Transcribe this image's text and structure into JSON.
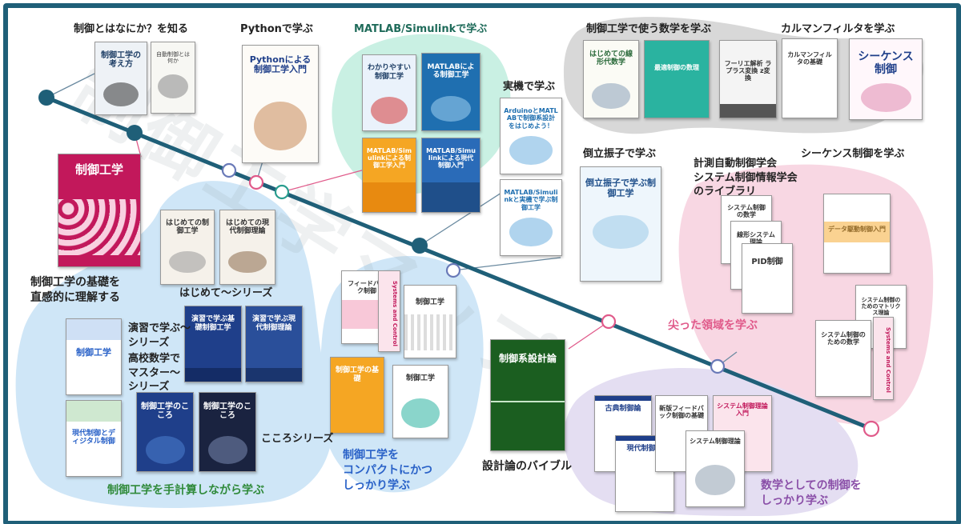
{
  "colors": {
    "frame": "#1f5f78",
    "timeline": "#1f5f78",
    "node_dark": "#1f5f78",
    "node_light_fill": "#ffffff",
    "node_teal_stroke": "#2a9d8f",
    "node_pink_stroke": "#e05a8a",
    "node_blue_stroke": "#6a7ab8",
    "blob_blue": "#cfe6f7",
    "blob_mint": "#c9f0e3",
    "blob_gray": "#d8d8d8",
    "blob_pink": "#f8d7e3",
    "blob_lavender": "#e4def2",
    "watermark": "#a0a8b0"
  },
  "labels": {
    "what_is_control": "制御とはなにか？を知る",
    "python": "Pythonで学ぶ",
    "matlab": "MATLAB/Simulinkで学ぶ",
    "math_for_control": "制御工学で使う数学を学ぶ",
    "kalman": "カルマンフィルタを学ぶ",
    "real_machine": "実機で学ぶ",
    "inverted_pendulum": "倒立振子で学ぶ",
    "sequence": "シーケンス制御を学ぶ",
    "sice_library": [
      "計測自動制御学会",
      "システム制御情報学会",
      "のライブラリ"
    ],
    "basics_intuitive": [
      "制御工学の基礎を",
      "直感的に理解する"
    ],
    "hajimete_series": "はじめて～シリーズ",
    "enshu_series": [
      "演習で学ぶ～",
      "シリーズ"
    ],
    "koukou_series": [
      "高校数学で",
      "マスター～",
      "シリーズ"
    ],
    "kokoro_series": "こころシリーズ",
    "hand_calc": "制御工学を手計算しながら学ぶ",
    "compact": [
      "制御工学を",
      "コンパクトにかつ",
      "しっかり学ぶ"
    ],
    "design_bible": "設計論のバイブル",
    "sharp_area": "尖った領域を学ぶ",
    "math_control": [
      "数学としての制御を",
      "しっかり学ぶ"
    ]
  },
  "books": {
    "seigyo_kangaekata": "制御工学の考え方",
    "jidou_seigyo": "自動制御とは何か",
    "python_seigyo": "Pythonによる制御工学入門",
    "matlab_wakariyasui": "わかりやすい制御工学",
    "matlab_seigyo": "MATLABによる制御工学",
    "matlab_nyumon": "MATLAB/Simulinkによる制御工学入門",
    "matlab_gendai": "MATLAB/Simulinkによる現代制御入門",
    "arduino": "ArduinoとMATLABで制御系設計をはじめよう！",
    "matlab_jikki": "MATLAB/Simulinkと実機で学ぶ制御工学",
    "hajimete_senkei": "はじめての線形代数学",
    "saiteki_seigyo": "最適制御の数理",
    "fourier": "フーリエ解析 ラプラス変換 z変換",
    "kalman_kiso": "カルマンフィルタの基礎",
    "sequence_seigyo": "シーケンス制御",
    "illust_seigyo": "制御工学",
    "hajimete_seigyo": "はじめての制御工学",
    "hajimete_gendai": "はじめての現代制御理論",
    "tougai_shinshi": "倒立振子で学ぶ制御工学",
    "enshu_kiso": "演習で学ぶ基礎制御工学",
    "enshu_gendai": "演習で学ぶ現代制御理論",
    "koukou_seigyo": "制御工学",
    "koukou_digital": "現代制御とディジタル制御",
    "kokoro1": "制御工学のこころ",
    "kokoro2": "制御工学のこころ",
    "feedback": "フィードバック制御",
    "sys_control": "Systems and Control",
    "seigyo_kougaku_small": "制御工学",
    "seigyo_kougaku_kiso": "制御工学の基礎",
    "seigyo_kougaku_b": "制御工学",
    "seigyokei_sekkei": "制御系設計論",
    "sice_sys": "システム制御の数学",
    "sice_senkei": "線形システム理論",
    "sice_pid": "PID制御",
    "sice_data": "データ駆動制御入門",
    "sice_matrix": "システム制御のためのマトリクス理論",
    "sice_math2": "システム制御のための数学",
    "sice_sys_control": "Systems and Control",
    "koten": "古典制御論",
    "gendai_ron": "現代制御論",
    "feedback_kiso": "新版フィードバック制御の基礎",
    "sys_seigyo_nyumon": "システム制御理論入門",
    "sys_seigyo_riron": "システム制御理論"
  }
}
